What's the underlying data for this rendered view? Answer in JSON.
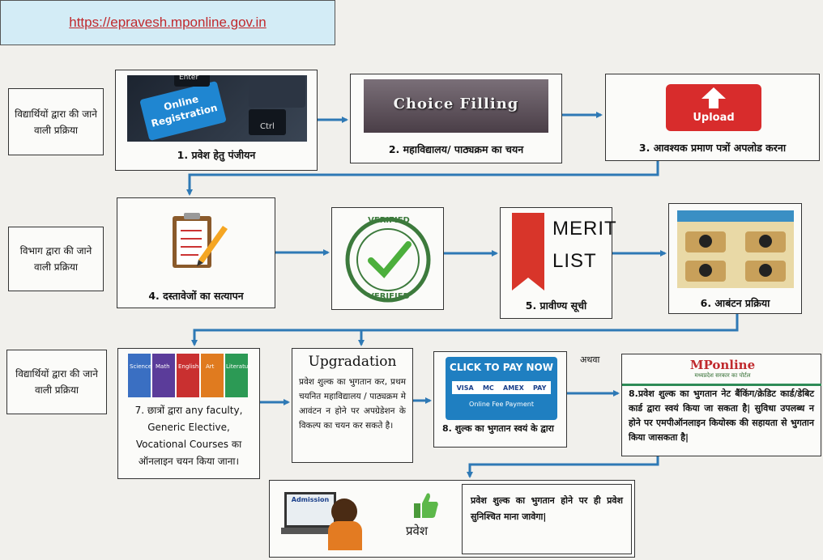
{
  "url": "https://epravesh.mponline.gov.in",
  "rows": {
    "student_label_1": "विद्यार्थियों द्वारा की जाने वाली प्रक्रिया",
    "department_label": "विभाग द्वारा की जाने वाली प्रक्रिया",
    "student_label_2": "विद्यार्थियों द्वारा की जाने वाली प्रक्रिया"
  },
  "steps": {
    "s1": {
      "image_text_1": "Online",
      "image_text_2": "Registration",
      "key_ctrl": "Ctrl",
      "key_enter": "Enter",
      "caption": "1. प्रवेश हेतु पंजीयन"
    },
    "s2": {
      "image_text": "Choice Filling",
      "caption": "2. महाविद्यालय/ पाठ्यक्रम का चयन"
    },
    "s3": {
      "image_text": "Upload",
      "caption": "3. आवश्यक प्रमाण पत्रों अपलोड करना"
    },
    "s4": {
      "caption": "4. दस्तावेजों का सत्यापन"
    },
    "verified": {
      "top": "VERIFIED",
      "bottom": "VERIFIED"
    },
    "s5": {
      "image_text_1": "MERIT",
      "image_text_2": "LIST",
      "caption": "5. प्रावीण्य सूची"
    },
    "s6": {
      "caption": "6. आबंटन प्रक्रिया"
    },
    "s7": {
      "book_labels": [
        "Science",
        "Math",
        "English",
        "Art",
        "Literature"
      ],
      "caption": "7. छात्रों द्वारा any faculty, Generic Elective, Vocational Courses का ऑनलाइन चयन किया जाना।"
    },
    "upgradation": {
      "title": "Upgradation",
      "text": "प्रवेश शुल्क का भुगतान कर, प्रथम चयनित महाविद्यालय / पाठ्यक्रम मे आवंटन न होने पर अपग्रेडेशन के विकल्प का चयन कर सकते है।"
    },
    "s8a": {
      "header": "CLICK TO PAY NOW",
      "cards": [
        "VISA",
        "MC",
        "AMEX",
        "PAY"
      ],
      "line1": "Online Fee Payment",
      "caption": "8. शुल्क का भुगतान स्वयं के द्वारा"
    },
    "or": "अथवा",
    "s8b": {
      "logo": "MPonline",
      "logo_sub": "मध्यप्रदेश सरकार का पोर्टल",
      "text": "8.प्रवेश शुल्क का भुगतान नेट बैंकिंग/क्रेडिट कार्ड/डेबिट कार्ड द्वारा स्वयं किया जा सकता है| सुविधा उपलब्ध न होने पर एमपीऑनलाइन कियोस्क की सहायता से भुगतान किया जासकता है|"
    },
    "final": {
      "screen_text": "Admission",
      "label": "प्रवेश",
      "text": "प्रवेश शुल्क का भुगतान होने पर ही प्रवेश सुनिश्चित माना जावेगा|"
    }
  },
  "colors": {
    "arrow": "#2e79b5",
    "url_bg": "#d3ecf6",
    "url_text": "#c0292d",
    "upload_red": "#d82c2c",
    "pay_blue": "#1f7fc1"
  }
}
